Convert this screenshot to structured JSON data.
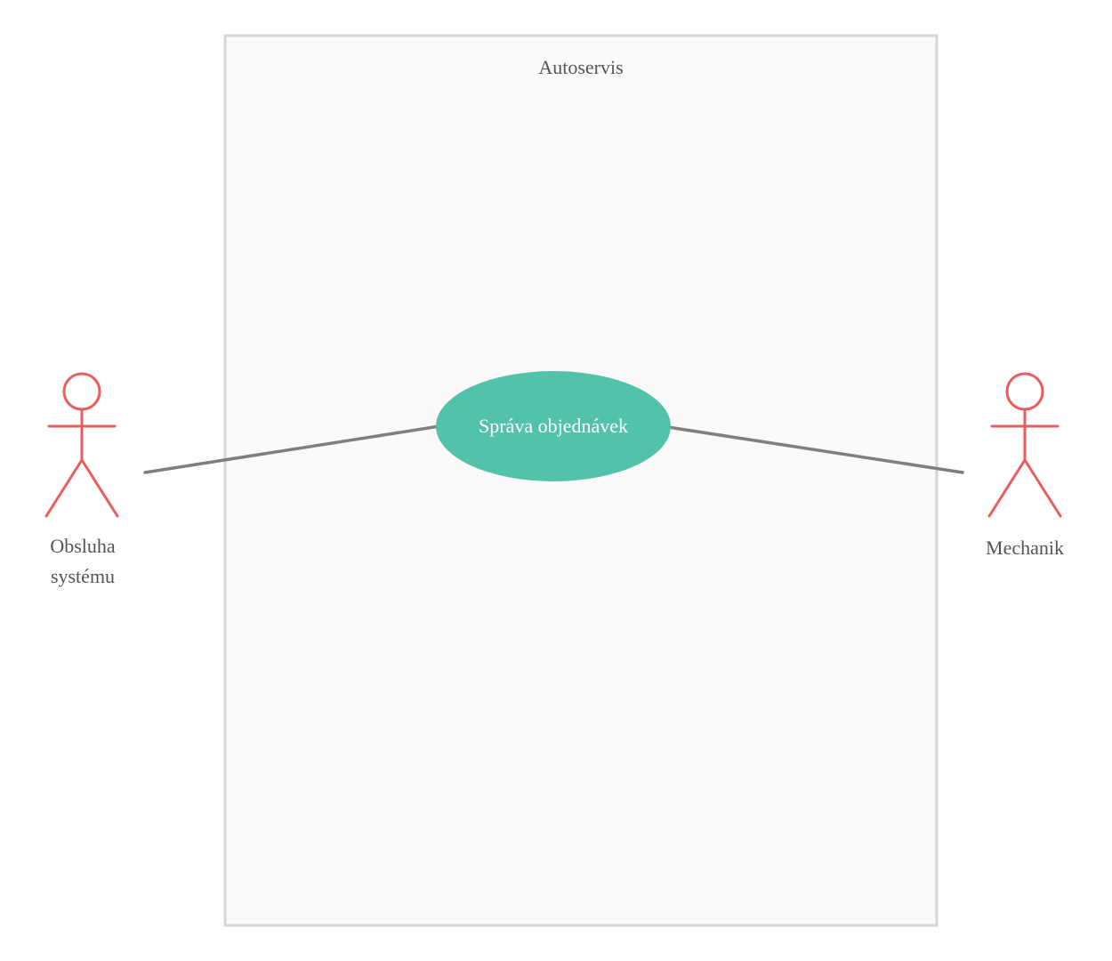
{
  "system": {
    "title": "Autoservis"
  },
  "use_case": {
    "label": "Správa objednávek"
  },
  "actors": {
    "left": {
      "label_line1": "Obsluha",
      "label_line2": "systému"
    },
    "right": {
      "label": "Mechanik"
    }
  },
  "colors": {
    "actor": "#e85d5d",
    "use_case_fill": "#52c2ab",
    "association": "#7f7f7f",
    "boundary": "#d6d6d6",
    "text": "#555555"
  }
}
